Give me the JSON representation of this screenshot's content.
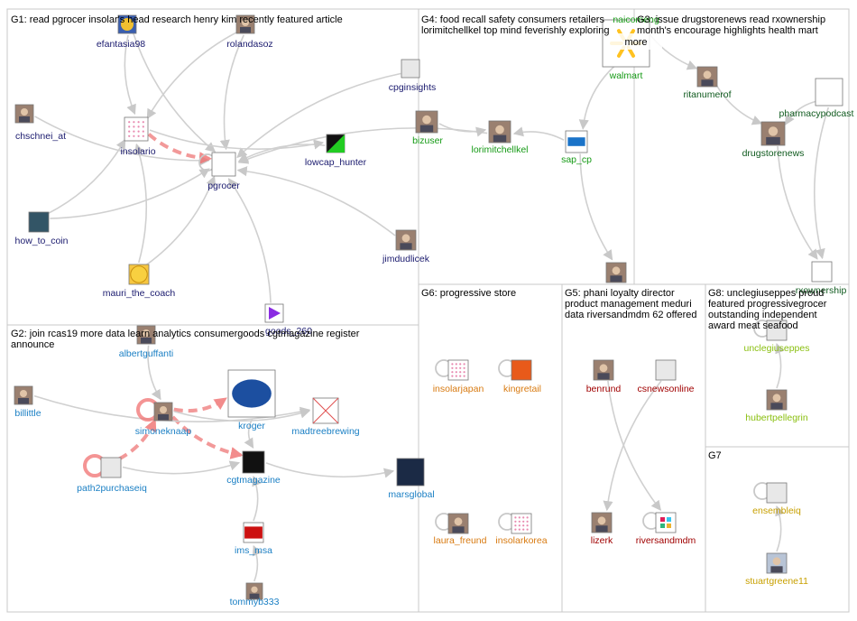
{
  "groups": [
    {
      "id": "G1",
      "title_lines": [
        "G1: read pgrocer insolar's head research henry kim recently featured article"
      ]
    },
    {
      "id": "G2",
      "title_lines": [
        "G2: join rcas19 more data learn analytics consumergoods cgtmagazine register",
        "announce"
      ]
    },
    {
      "id": "G3",
      "title_lines": [
        "G3: issue drugstorenews read rxownership",
        "month's encourage highlights health mart"
      ]
    },
    {
      "id": "G4",
      "title_lines": [
        "G4: food recall safety consumers retailers",
        "lorimitchellkel top mind feverishly exploring"
      ]
    },
    {
      "id": "G5",
      "title_lines": [
        "G5: phani loyalty director",
        "product management meduri",
        "data riversandmdm 62 offered"
      ]
    },
    {
      "id": "G6",
      "title_lines": [
        "G6: progressive store"
      ]
    },
    {
      "id": "G7",
      "title_lines": [
        "G7"
      ]
    },
    {
      "id": "G8",
      "title_lines": [
        "G8: unclegiuseppes proud",
        "featured progressivegrocer",
        "outstanding independent",
        "award meat seafood"
      ]
    }
  ],
  "group_colors": {
    "G1": "#1a1a6e",
    "G2": "#1a7fc4",
    "G3": "#0f5a1e",
    "G4": "#159a15",
    "G5": "#a00000",
    "G6": "#d87a10",
    "G7": "#c8a000",
    "G8": "#8abf10"
  },
  "nodes": [
    {
      "id": "efantasia98",
      "label": "efantasia98",
      "group": "G1",
      "icon": "avatar-globe-icon"
    },
    {
      "id": "rolandasoz",
      "label": "rolandasoz",
      "group": "G1",
      "icon": "avatar-portrait-icon"
    },
    {
      "id": "cpginsights",
      "label": "cpginsights",
      "group": "G1",
      "icon": "avatar-logo-icon"
    },
    {
      "id": "chschnei_at",
      "label": "chschnei_at",
      "group": "G1",
      "icon": "avatar-portrait-icon"
    },
    {
      "id": "insolario",
      "label": "insolario",
      "group": "G1",
      "icon": "avatar-grid-logo-icon"
    },
    {
      "id": "pgrocer",
      "label": "pgrocer",
      "group": "G1",
      "icon": "avatar-progressive-grocer-logo-icon"
    },
    {
      "id": "lowcap_hunter",
      "label": "lowcap_hunter",
      "group": "G1",
      "icon": "avatar-green-black-icon"
    },
    {
      "id": "how_to_coin",
      "label": "how_to_coin",
      "group": "G1",
      "icon": "avatar-coin-icon"
    },
    {
      "id": "jimdudlicek",
      "label": "jimdudlicek",
      "group": "G1",
      "icon": "avatar-portrait-icon"
    },
    {
      "id": "mauri_the_coach",
      "label": "mauri_the_coach",
      "group": "G1",
      "icon": "avatar-smiley-icon"
    },
    {
      "id": "gsl260",
      "label": "goods_260",
      "group": "G1",
      "icon": "avatar-arrow-logo-icon"
    },
    {
      "id": "albertguffanti",
      "label": "albertguffanti",
      "group": "G2",
      "icon": "avatar-portrait-icon"
    },
    {
      "id": "billittle",
      "label": "billittle",
      "group": "G2",
      "icon": "avatar-portrait-icon"
    },
    {
      "id": "simoneknaap",
      "label": "simoneknaap",
      "group": "G2",
      "icon": "avatar-portrait-icon"
    },
    {
      "id": "kroger",
      "label": "kroger",
      "group": "G2",
      "icon": "avatar-kroger-logo-icon"
    },
    {
      "id": "madtreebrewing",
      "label": "madtreebrewing",
      "group": "G2",
      "icon": "avatar-missing-image-icon"
    },
    {
      "id": "path2purchaseiq",
      "label": "path2purchaseiq",
      "group": "G2",
      "icon": "avatar-logo-icon"
    },
    {
      "id": "cgtmagazine",
      "label": "cgtmagazine",
      "group": "G2",
      "icon": "avatar-cgt-logo-icon"
    },
    {
      "id": "marsglobal",
      "label": "marsglobal",
      "group": "G2",
      "icon": "avatar-mars-logo-icon"
    },
    {
      "id": "ims_msa",
      "label": "ims_msa",
      "group": "G2",
      "icon": "avatar-msa-logo-icon"
    },
    {
      "id": "tommyb333",
      "label": "tommyb333",
      "group": "G2",
      "icon": "avatar-portrait-icon"
    },
    {
      "id": "bizuser",
      "label": "bizuser",
      "group": "G4",
      "icon": "avatar-portrait-icon"
    },
    {
      "id": "lorimitchellkel",
      "label": "lorimitchellkel",
      "group": "G4",
      "icon": "avatar-portrait-icon"
    },
    {
      "id": "sap_cp",
      "label": "sap_cp",
      "group": "G4",
      "icon": "avatar-sap-logo-icon"
    },
    {
      "id": "walmart",
      "label": "walmart",
      "group": "G4",
      "icon": "avatar-walmart-spark-icon"
    },
    {
      "id": "naicomeng",
      "label": "naicomeng",
      "group": "G4",
      "icon": ""
    },
    {
      "id": "g4bottom",
      "label": "",
      "group": "G4",
      "icon": "avatar-portrait-icon"
    },
    {
      "id": "ritanumerof",
      "label": "ritanumerof",
      "group": "G3",
      "icon": "avatar-portrait-icon"
    },
    {
      "id": "pharmacypodcast",
      "label": "pharmacypodcast",
      "group": "G3",
      "icon": "avatar-podcast-logo-icon"
    },
    {
      "id": "drugstorenews",
      "label": "drugstorenews",
      "group": "G3",
      "icon": "avatar-portrait-icon"
    },
    {
      "id": "rxownership",
      "label": "rxownership",
      "group": "G3",
      "icon": "avatar-rxo-logo-icon"
    },
    {
      "id": "insolarjapan",
      "label": "insolarjapan",
      "group": "G6",
      "icon": "avatar-grid-logo-icon"
    },
    {
      "id": "kingretail",
      "label": "kingretail",
      "group": "G6",
      "icon": "avatar-kr-logo-icon"
    },
    {
      "id": "laura_freund",
      "label": "laura_freund",
      "group": "G6",
      "icon": "avatar-portrait-icon"
    },
    {
      "id": "insolarkorea",
      "label": "insolarkorea",
      "group": "G6",
      "icon": "avatar-grid-logo-icon"
    },
    {
      "id": "benrund",
      "label": "benrund",
      "group": "G5",
      "icon": "avatar-portrait-icon"
    },
    {
      "id": "csnewsonline",
      "label": "csnewsonline",
      "group": "G5",
      "icon": "avatar-logo-icon"
    },
    {
      "id": "lizerk",
      "label": "lizerk",
      "group": "G5",
      "icon": "avatar-portrait-icon"
    },
    {
      "id": "riversandmdm",
      "label": "riversandmdm",
      "group": "G5",
      "icon": "avatar-slack-logo-icon"
    },
    {
      "id": "unclegiuseppes",
      "label": "unclegiuseppes",
      "group": "G8",
      "icon": "avatar-logo-icon"
    },
    {
      "id": "hubertpellegrin",
      "label": "hubertpellegrin",
      "group": "G8",
      "icon": "avatar-portrait-icon"
    },
    {
      "id": "ensembleiq",
      "label": "ensembleiq",
      "group": "G7",
      "icon": "avatar-logo-icon"
    },
    {
      "id": "stuartgreene11",
      "label": "stuartgreene11",
      "group": "G7",
      "icon": "avatar-default-person-icon"
    }
  ],
  "edges": [
    [
      "efantasia98",
      "insolario"
    ],
    [
      "efantasia98",
      "pgrocer"
    ],
    [
      "rolandasoz",
      "insolario"
    ],
    [
      "rolandasoz",
      "pgrocer"
    ],
    [
      "cpginsights",
      "pgrocer"
    ],
    [
      "chschnei_at",
      "pgrocer"
    ],
    [
      "insolario",
      "pgrocer",
      "strong"
    ],
    [
      "lowcap_hunter",
      "pgrocer"
    ],
    [
      "how_to_coin",
      "pgrocer"
    ],
    [
      "how_to_coin",
      "insolario"
    ],
    [
      "jimdudlicek",
      "pgrocer"
    ],
    [
      "mauri_the_coach",
      "pgrocer"
    ],
    [
      "mauri_the_coach",
      "insolario"
    ],
    [
      "gsl260",
      "pgrocer"
    ],
    [
      "insolario",
      "lowcap_hunter"
    ],
    [
      "lorimitchellkel",
      "pgrocer"
    ],
    [
      "bizuser",
      "lorimitchellkel"
    ],
    [
      "sap_cp",
      "lorimitchellkel"
    ],
    [
      "walmart",
      "sap_cp"
    ],
    [
      "sap_cp",
      "g4bottom"
    ],
    [
      "simoneknaap",
      "cgtmagazine",
      "strong"
    ],
    [
      "simoneknaap",
      "kroger",
      "strong"
    ],
    [
      "billittle",
      "madtreebrewing"
    ],
    [
      "albertguffanti",
      "simoneknaap"
    ],
    [
      "path2purchaseiq",
      "cgtmagazine"
    ],
    [
      "path2purchaseiq",
      "simoneknaap",
      "strong"
    ],
    [
      "cgtmagazine",
      "marsglobal"
    ],
    [
      "kroger",
      "cgtmagazine"
    ],
    [
      "ims_msa",
      "cgtmagazine"
    ],
    [
      "tommyb333",
      "ims_msa"
    ],
    [
      "simoneknaap",
      "madtreebrewing"
    ],
    [
      "ritanumerof",
      "drugstorenews"
    ],
    [
      "pharmacypodcast",
      "drugstorenews"
    ],
    [
      "drugstorenews",
      "rxownership"
    ],
    [
      "pharmacypodcast",
      "rxownership"
    ],
    [
      "naicomeng",
      "ritanumerof"
    ],
    [
      "benrund",
      "riversandmdm"
    ],
    [
      "csnewsonline",
      "lizerk"
    ],
    [
      "hubertpellegrin",
      "unclegiuseppes"
    ],
    [
      "stuartgreene11",
      "ensembleiq"
    ]
  ],
  "self_loops": [
    "pgrocer",
    "simoneknaap",
    "path2purchaseiq",
    "insolarjapan",
    "kingretail",
    "laura_freund",
    "insolarkorea",
    "riversandmdm",
    "unclegiuseppes",
    "ensembleiq"
  ],
  "strong_loops": [
    "simoneknaap",
    "path2purchaseiq"
  ],
  "overlay": {
    "more_label": "more"
  }
}
